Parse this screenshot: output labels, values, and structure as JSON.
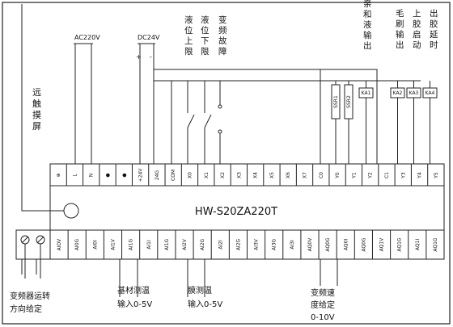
{
  "model": "HW-S20ZA220T",
  "power_ac": "AC220V",
  "power_dc": "DC24V",
  "left_vertical_label": "远触摸屏",
  "top_labels": [
    "液位上限",
    "液位下限",
    "变频故障",
    "亲和液输出",
    "毛刷输出",
    "上胶启动",
    "出胶延时"
  ],
  "relays": [
    "SSR1",
    "SSR2",
    "KA1",
    "KA2",
    "KA3",
    "KA4"
  ],
  "top_terminals": [
    "⊕",
    "L",
    "N",
    "●",
    "●",
    "+24V",
    "24G",
    "COM",
    "X0",
    "X1",
    "X2",
    "X3",
    "X4",
    "X5",
    "X6",
    "X7",
    "C0",
    "Y0",
    "Y1",
    "Y2",
    "C1",
    "Y3",
    "Y4",
    "Y5"
  ],
  "bottom_terminals": [
    "AIOV",
    "AI0G",
    "AI0I",
    "AI1V",
    "AI1G",
    "AI1I",
    "AI1G",
    "AI2V",
    "AI2G",
    "AI2I",
    "AI2G",
    "AI3V",
    "AI3G",
    "AI3I",
    "AQ0V",
    "AQ0G",
    "AQ0I",
    "AQ0G",
    "AQ1V",
    "AQ1G",
    "AQ1I",
    "AQ1G"
  ],
  "bottom_labels": {
    "inverter_dir_line1": "变频器运转",
    "inverter_dir_line2": "方向给定",
    "substrate_line1": "基材测温",
    "substrate_line2": "输入0-5V",
    "film_line1": "膜测温",
    "film_line2": "输入0-5V",
    "speed_line1": "变频速",
    "speed_line2": "度给定",
    "speed_line3": "0-10V"
  }
}
